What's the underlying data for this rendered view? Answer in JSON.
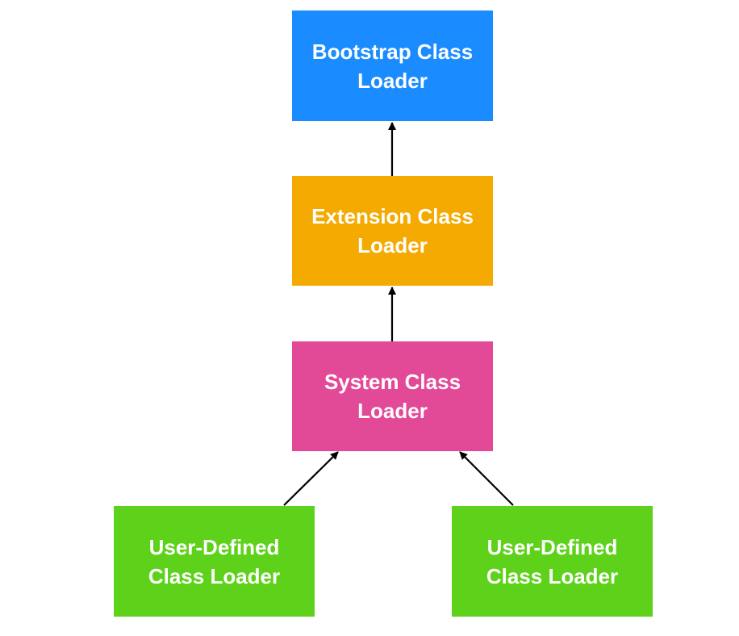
{
  "nodes": {
    "bootstrap": {
      "label": "Bootstrap Class\nLoader",
      "color": "#1a8cff"
    },
    "extension": {
      "label": "Extension Class\nLoader",
      "color": "#f4aa00"
    },
    "system": {
      "label": "System Class\nLoader",
      "color": "#e24a98"
    },
    "user_defined_1": {
      "label": "User-Defined\nClass Loader",
      "color": "#5ed21b"
    },
    "user_defined_2": {
      "label": "User-Defined\nClass Loader",
      "color": "#5ed21b"
    }
  },
  "edges": [
    {
      "from": "extension",
      "to": "bootstrap"
    },
    {
      "from": "system",
      "to": "extension"
    },
    {
      "from": "user_defined_1",
      "to": "system"
    },
    {
      "from": "user_defined_2",
      "to": "system"
    }
  ]
}
